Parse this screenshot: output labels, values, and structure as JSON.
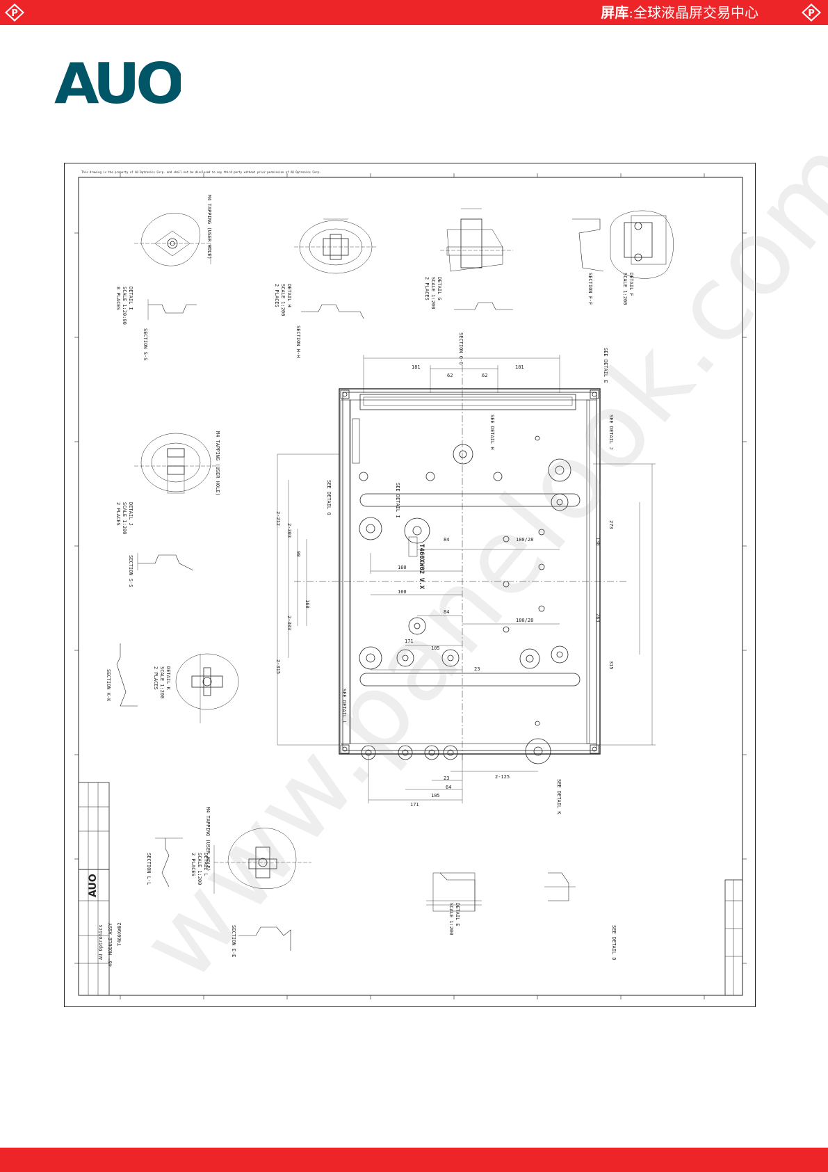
{
  "header": {
    "brand_main": "屏库",
    "brand_sep": ":",
    "brand_sub": "全球液晶屏交易中心",
    "badge_glyph": "P",
    "bar_color": "#ee2528"
  },
  "logo": {
    "text": "AUO",
    "color": "#005566"
  },
  "drawing": {
    "notice": "This drawing is the property of AU Optronics Corp. and shall not be disclosed to any third party without prior permission of AU Optronics Corp.",
    "details": [
      {
        "title": "DETAIL I",
        "scale": "SCALE 1:20:00",
        "places": "8 PLACES",
        "section": "SECTION S-S"
      },
      {
        "title": "DETAIL H",
        "scale": "SCALE 1:200",
        "places": "2 PLACES",
        "section": "SECTION H-H"
      },
      {
        "title": "DETAIL G",
        "scale": "SCALE 1:200",
        "places": "2 PLACES",
        "section": "SECTION G-G"
      },
      {
        "title": "DETAIL F",
        "scale": "SCALE 1:200",
        "places": "",
        "section": "SECTION F-F"
      },
      {
        "title": "DETAIL J",
        "scale": "SCALE 1:200",
        "places": "2 PLACES",
        "section": "SECTION S-S"
      },
      {
        "title": "DETAIL L",
        "scale": "SCALE 1:200",
        "places": "2 PLACES",
        "section": "SECTION L-L"
      },
      {
        "title": "DETAIL K",
        "scale": "SCALE 1:200",
        "places": "2 PLACES",
        "section": "SECTION K-K"
      },
      {
        "title": "DETAIL E",
        "scale": "SCALE 1:200",
        "places": "",
        "section": "SECTION E-E"
      }
    ],
    "tapping": "M4 TAPPING (USER HOLE)",
    "dims_top": [
      "181",
      "181",
      "62",
      "62"
    ],
    "dims_inner": [
      "84",
      "180/28",
      "160",
      "160",
      "84",
      "180/28",
      "171",
      "105",
      "23"
    ],
    "dims_bottom": [
      "23",
      "64",
      "105",
      "171",
      "2-125"
    ],
    "dims_left": [
      "2-212",
      "2-303",
      "90",
      "160",
      "2-303",
      "2-315"
    ],
    "dims_right": [
      "273",
      "130",
      "263",
      "315"
    ],
    "see_details": [
      "SEE DETAIL G",
      "SEE DETAIL H",
      "SEE DETAIL I",
      "SEE DETAIL J",
      "SEE DETAIL K",
      "SEE DETAIL L",
      "SEE DETAIL E",
      "SEE DETAIL D"
    ],
    "center_label": "T460XW02 V.X",
    "section_bottom": "SECTION E-E",
    "title_block": {
      "company": "AUO",
      "model": "AU Optronics",
      "drawing_title": "46\" MODULE ASSY",
      "part": "T460XW02"
    }
  },
  "watermark": "www.panelook.com"
}
